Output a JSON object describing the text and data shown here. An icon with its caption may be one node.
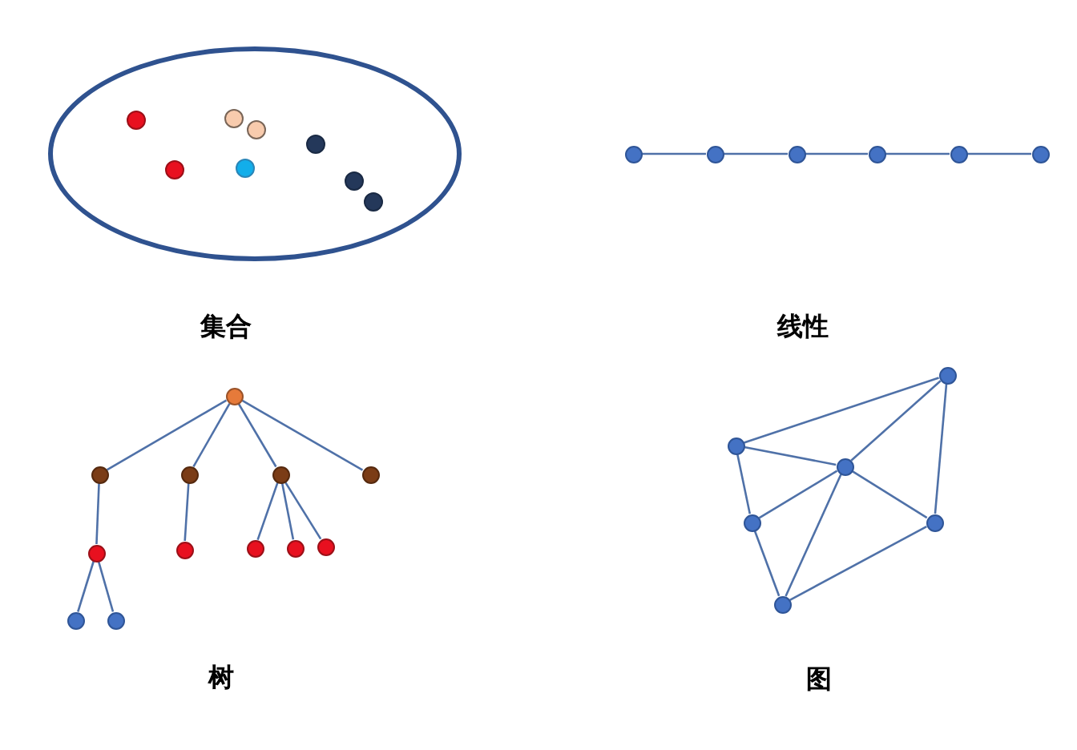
{
  "diagram": {
    "nodes": [
      {
        "text": [],
        "shape": "ellipse"
      },
      {
        "text": [],
        "shape": "circle",
        "in": 0
      },
      {
        "text": [],
        "shape": "circle",
        "in": 0
      },
      {
        "text": [],
        "shape": "circle",
        "in": 0
      },
      {
        "text": [],
        "shape": "circle",
        "in": 0
      },
      {
        "text": [],
        "shape": "circle",
        "in": 0
      },
      {
        "text": [],
        "shape": "circle",
        "in": 0
      },
      {
        "text": [],
        "shape": "circle",
        "in": 0
      },
      {
        "text": [],
        "shape": "circle",
        "in": 0
      },
      {
        "text": [],
        "shape": "circle"
      },
      {
        "text": [],
        "shape": "circle"
      },
      {
        "text": [],
        "shape": "circle"
      },
      {
        "text": [],
        "shape": "circle"
      },
      {
        "text": [],
        "shape": "circle"
      },
      {
        "text": [],
        "shape": "circle"
      },
      {
        "text": [],
        "shape": "circle"
      },
      {
        "text": [],
        "shape": "circle"
      },
      {
        "text": [],
        "shape": "circle"
      },
      {
        "text": [],
        "shape": "circle"
      },
      {
        "text": [],
        "shape": "circle"
      },
      {
        "text": [],
        "shape": "circle"
      },
      {
        "text": [],
        "shape": "circle"
      },
      {
        "text": [],
        "shape": "circle"
      },
      {
        "text": [],
        "shape": "circle"
      },
      {
        "text": [],
        "shape": "circle"
      },
      {
        "text": [],
        "shape": "circle"
      },
      {
        "text": [],
        "shape": "circle"
      },
      {
        "text": [],
        "shape": "circle"
      },
      {
        "text": [],
        "shape": "circle"
      },
      {
        "text": [],
        "shape": "circle"
      },
      {
        "text": [],
        "shape": "circle"
      },
      {
        "text": [],
        "shape": "circle"
      },
      {
        "text": [],
        "shape": "circle"
      }
    ],
    "edges": [
      {
        "from": 9,
        "to": 10,
        "arrow": "none"
      },
      {
        "from": 10,
        "to": 11,
        "arrow": "none"
      },
      {
        "from": 11,
        "to": 12,
        "arrow": "none"
      },
      {
        "from": 12,
        "to": 13,
        "arrow": "none"
      },
      {
        "from": 13,
        "to": 14,
        "arrow": "none"
      },
      {
        "from": 15,
        "to": 16,
        "arrow": "none"
      },
      {
        "from": 15,
        "to": 17,
        "arrow": "none"
      },
      {
        "from": 15,
        "to": 18,
        "arrow": "none"
      },
      {
        "from": 15,
        "to": 19,
        "arrow": "none"
      },
      {
        "from": 16,
        "to": 20,
        "arrow": "none"
      },
      {
        "from": 17,
        "to": 21,
        "arrow": "none"
      },
      {
        "from": 18,
        "to": 22,
        "arrow": "none"
      },
      {
        "from": 18,
        "to": 23,
        "arrow": "none"
      },
      {
        "from": 18,
        "to": 24,
        "arrow": "none"
      },
      {
        "from": 20,
        "to": 25,
        "arrow": "none"
      },
      {
        "from": 20,
        "to": 26,
        "arrow": "none"
      },
      {
        "from": 28,
        "to": 27,
        "arrow": "none"
      },
      {
        "from": 28,
        "to": 29,
        "arrow": "none"
      },
      {
        "from": 29,
        "to": 27,
        "arrow": "none"
      },
      {
        "from": 27,
        "to": 31,
        "arrow": "none"
      },
      {
        "from": 28,
        "to": 30,
        "arrow": "none"
      },
      {
        "from": 30,
        "to": 29,
        "arrow": "none"
      },
      {
        "from": 30,
        "to": 32,
        "arrow": "none"
      },
      {
        "from": 29,
        "to": 32,
        "arrow": "none"
      },
      {
        "from": 29,
        "to": 31,
        "arrow": "none"
      },
      {
        "from": 32,
        "to": 31,
        "arrow": "none"
      }
    ],
    "labels": [
      "集合",
      "线性",
      "树",
      "图"
    ]
  }
}
